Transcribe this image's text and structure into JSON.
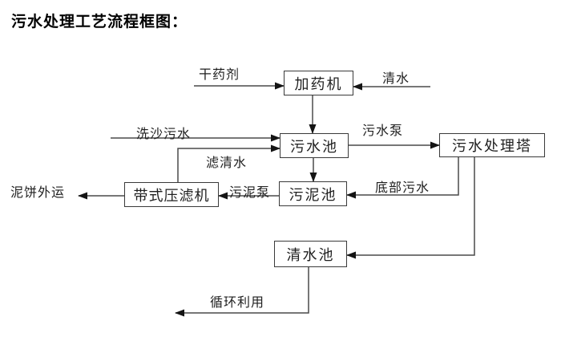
{
  "title": "污水处理工艺流程框图：",
  "nodes": {
    "dosing_machine": "加药机",
    "sewage_pool": "污水池",
    "sewage_treatment_tower": "污水处理塔",
    "belt_filter_press": "带式压滤机",
    "sludge_pool": "污泥池",
    "clean_water_pool": "清水池"
  },
  "flow_labels": {
    "dry_chemical": "干药剂",
    "clean_water": "清水",
    "sand_washing_sewage": "洗沙污水",
    "filtered_water": "滤清水",
    "sewage_pump": "污水泵",
    "bottom_sewage": "底部污水",
    "sludge_pump": "污泥泵",
    "mud_cake_shipped_out": "泥饼外运",
    "recycled_use": "循环利用"
  },
  "edges": [
    {
      "label": "干药剂",
      "to": "加药机"
    },
    {
      "label": "清水",
      "to": "加药机"
    },
    {
      "from": "加药机",
      "to": "污水池"
    },
    {
      "label": "洗沙污水",
      "to": "污水池"
    },
    {
      "label": "滤清水",
      "from": "带式压滤机",
      "to": "污水池"
    },
    {
      "label": "污水泵",
      "from": "污水池",
      "to": "污水处理塔"
    },
    {
      "from": "污水池",
      "to": "污泥池"
    },
    {
      "label": "底部污水",
      "from": "污水处理塔",
      "to": "污泥池"
    },
    {
      "label": "污泥泵",
      "from": "污泥池",
      "to": "带式压滤机"
    },
    {
      "label": "泥饼外运",
      "from": "带式压滤机"
    },
    {
      "from": "污水处理塔",
      "to": "清水池"
    },
    {
      "label": "循环利用",
      "from": "清水池"
    }
  ],
  "colors": {
    "background": "#ffffff",
    "line": "#4a4a4a",
    "arrowhead": "#141414",
    "text": "#1f1f1f",
    "box_border": "#3a3a3a"
  }
}
